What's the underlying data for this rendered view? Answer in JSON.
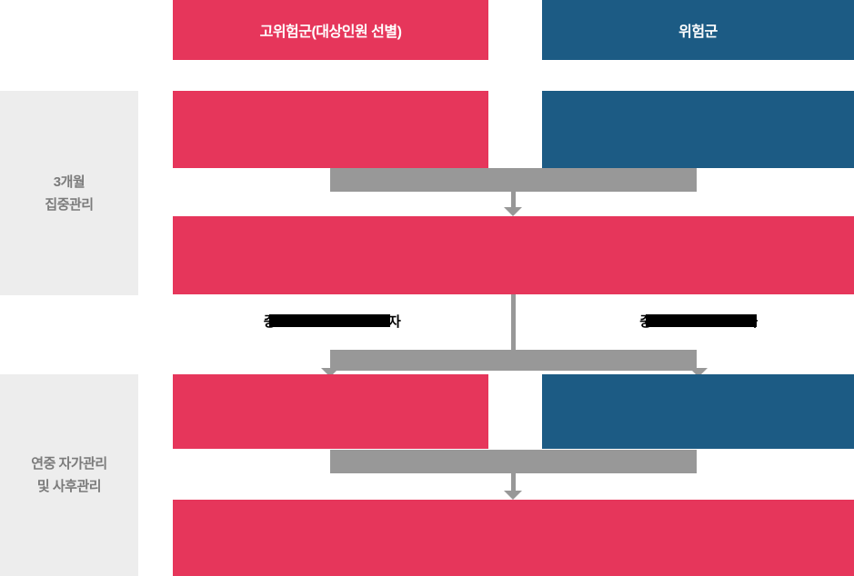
{
  "palette": {
    "pink": "#E6365B",
    "blue": "#1C5B84",
    "connector_gray": "#989898",
    "sidebar_bg": "#EDEDED",
    "sidebar_text": "#7B7B7B",
    "note_text": "#000000"
  },
  "headers": {
    "high_risk": "고위험군(대상인원 선별)",
    "risk": "위험군"
  },
  "sidebar": {
    "phase1": "3개월\n집중관리",
    "phase2": "연중 자가관리\n및 사후관리"
  },
  "notes": {
    "left": {
      "start": "중",
      "end": "자"
    },
    "right": {
      "start": "중",
      "end": "가"
    }
  }
}
